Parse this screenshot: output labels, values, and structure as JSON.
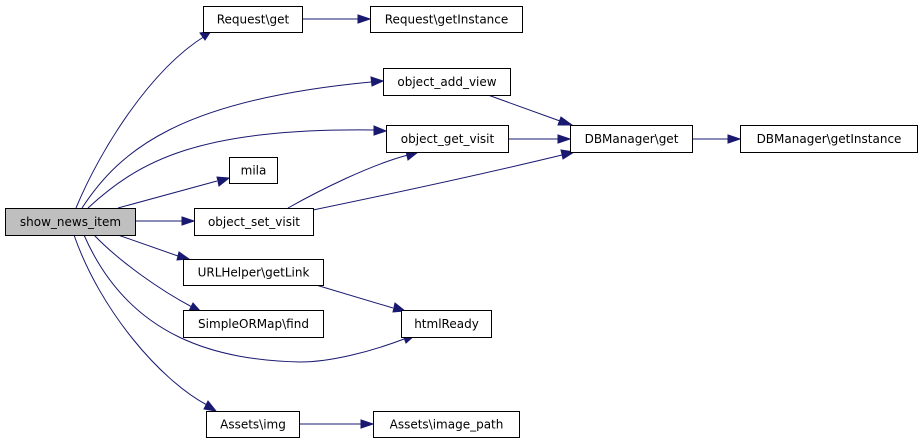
{
  "graph": {
    "edge_color": "#191970",
    "root_fill": "#bfbfbf",
    "nodes": [
      {
        "id": "show_news_item",
        "label": "show_news_item",
        "root": true
      },
      {
        "id": "request_get",
        "label": "Request\\get"
      },
      {
        "id": "request_getinstance",
        "label": "Request\\getInstance"
      },
      {
        "id": "object_add_view",
        "label": "object_add_view"
      },
      {
        "id": "object_get_visit",
        "label": "object_get_visit"
      },
      {
        "id": "dbmanager_get",
        "label": "DBManager\\get"
      },
      {
        "id": "dbmanager_getinstance",
        "label": "DBManager\\getInstance"
      },
      {
        "id": "mila",
        "label": "mila"
      },
      {
        "id": "object_set_visit",
        "label": "object_set_visit"
      },
      {
        "id": "urlhelper_getlink",
        "label": "URLHelper\\getLink"
      },
      {
        "id": "simpleormap_find",
        "label": "SimpleORMap\\find"
      },
      {
        "id": "htmlready",
        "label": "htmlReady"
      },
      {
        "id": "assets_img",
        "label": "Assets\\img"
      },
      {
        "id": "assets_image_path",
        "label": "Assets\\image_path"
      }
    ],
    "edges": [
      {
        "from": "show_news_item",
        "to": "request_get"
      },
      {
        "from": "request_get",
        "to": "request_getinstance"
      },
      {
        "from": "show_news_item",
        "to": "object_add_view"
      },
      {
        "from": "object_add_view",
        "to": "dbmanager_get"
      },
      {
        "from": "show_news_item",
        "to": "object_get_visit"
      },
      {
        "from": "object_get_visit",
        "to": "dbmanager_get"
      },
      {
        "from": "dbmanager_get",
        "to": "dbmanager_getinstance"
      },
      {
        "from": "show_news_item",
        "to": "mila"
      },
      {
        "from": "show_news_item",
        "to": "object_set_visit"
      },
      {
        "from": "object_set_visit",
        "to": "object_get_visit"
      },
      {
        "from": "object_set_visit",
        "to": "dbmanager_get"
      },
      {
        "from": "show_news_item",
        "to": "urlhelper_getlink"
      },
      {
        "from": "urlhelper_getlink",
        "to": "htmlready"
      },
      {
        "from": "show_news_item",
        "to": "simpleormap_find"
      },
      {
        "from": "show_news_item",
        "to": "htmlready"
      },
      {
        "from": "show_news_item",
        "to": "assets_img"
      },
      {
        "from": "assets_img",
        "to": "assets_image_path"
      }
    ]
  }
}
